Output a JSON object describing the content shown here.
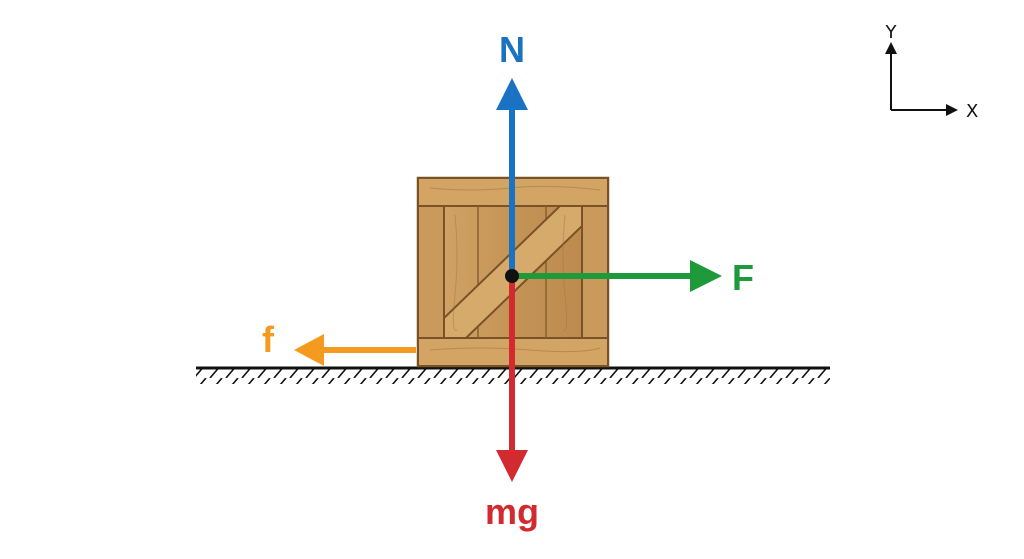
{
  "forces": {
    "normal": {
      "label": "N",
      "color": "#1a73c2"
    },
    "gravity": {
      "label": "mg",
      "color": "#d12a2f"
    },
    "applied": {
      "label": "F",
      "color": "#1e9a3a"
    },
    "friction": {
      "label": "f",
      "color": "#f39a1f"
    }
  },
  "axes": {
    "y_label": "Y",
    "x_label": "X"
  },
  "colors": {
    "crate_wood": "#c89a5c",
    "crate_wood_dark": "#8a5f2e",
    "ground": "#111111",
    "center_point": "#111111"
  },
  "icons": {
    "object": "wooden-crate-icon"
  }
}
